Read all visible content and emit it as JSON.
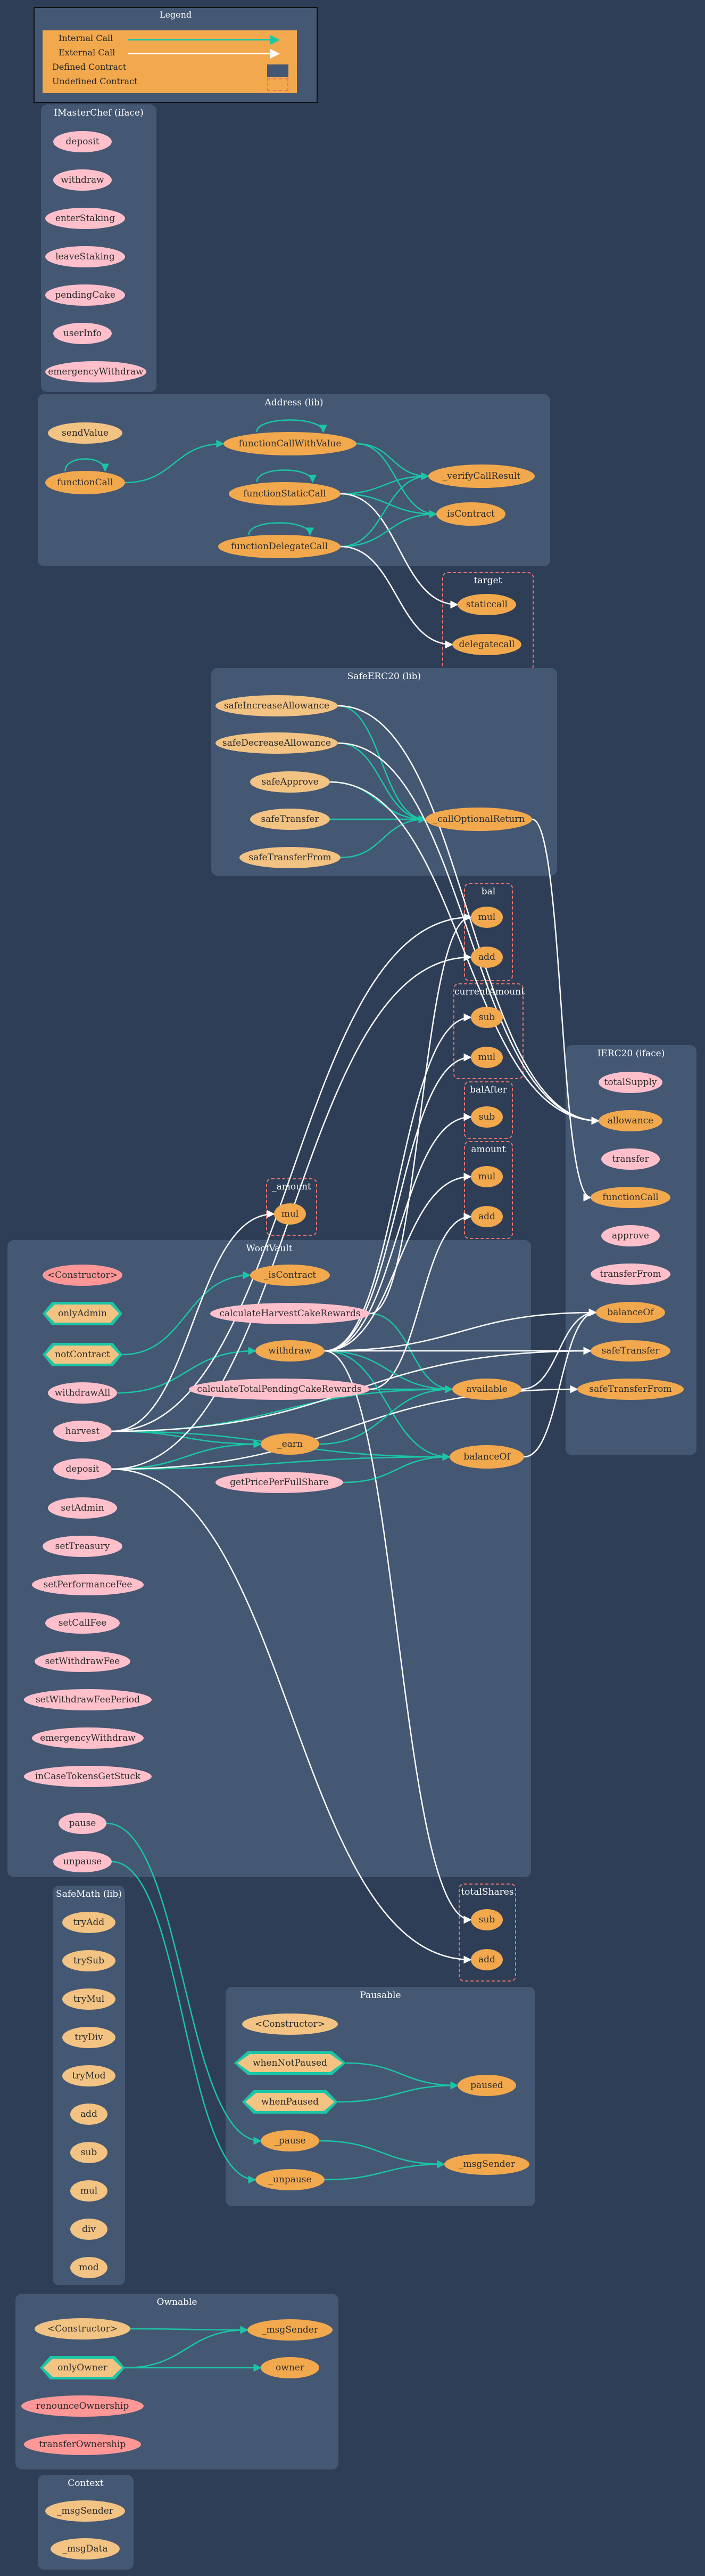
{
  "legend": {
    "title": "Legend",
    "items": [
      "Internal Call",
      "External Call",
      "Defined Contract",
      "Undefined Contract"
    ]
  },
  "clusters": {
    "imasterchef": "IMasterChef  (iface)",
    "address": "Address  (lib)",
    "target": "target",
    "safeerc20": "SafeERC20  (lib)",
    "bal": "bal",
    "currentamount": "currentAmount",
    "balafter": "balAfter",
    "amount": "amount",
    "_amount": "_amount",
    "ierc20": "IERC20  (iface)",
    "woofvault": "WoofVault",
    "totalshares": "totalShares",
    "safemath": "SafeMath  (lib)",
    "pausable": "Pausable",
    "ownable": "Ownable",
    "context": "Context"
  },
  "nodes": {
    "imc_deposit": "deposit",
    "imc_withdraw": "withdraw",
    "imc_enterStaking": "enterStaking",
    "imc_leaveStaking": "leaveStaking",
    "imc_pendingCake": "pendingCake",
    "imc_userInfo": "userInfo",
    "imc_emergencyWithdraw": "emergencyWithdraw",
    "addr_sendValue": "sendValue",
    "addr_functionCallWithValue": "functionCallWithValue",
    "addr_functionCall": "functionCall",
    "addr_verifyCallResult": "_verifyCallResult",
    "addr_functionStaticCall": "functionStaticCall",
    "addr_isContract": "isContract",
    "addr_functionDelegateCall": "functionDelegateCall",
    "tgt_staticcall": "staticcall",
    "tgt_delegatecall": "delegatecall",
    "serc_safeIncreaseAllowance": "safeIncreaseAllowance",
    "serc_safeDecreaseAllowance": "safeDecreaseAllowance",
    "serc_safeApprove": "safeApprove",
    "serc_safeTransfer": "safeTransfer",
    "serc_callOptionalReturn": "_callOptionalReturn",
    "serc_safeTransferFrom": "safeTransferFrom",
    "bal_mul": "mul",
    "bal_add": "add",
    "ca_sub": "sub",
    "ca_mul": "mul",
    "ba_sub": "sub",
    "amt_mul": "mul",
    "amt_add": "add",
    "_amt_mul": "mul",
    "ierc_totalSupply": "totalSupply",
    "ierc_allowance": "allowance",
    "ierc_transfer": "transfer",
    "ierc_functionCall": "functionCall",
    "ierc_approve": "approve",
    "ierc_transferFrom": "transferFrom",
    "ierc_balanceOf": "balanceOf",
    "ierc_safeTransfer": "safeTransfer",
    "ierc_safeTransferFrom": "safeTransferFrom",
    "wv_constructor": "<Constructor>",
    "wv_isContract": "_isContract",
    "wv_onlyAdmin": "onlyAdmin",
    "wv_calculateHarvestCakeRewards": "calculateHarvestCakeRewards",
    "wv_notContract": "notContract",
    "wv_withdraw": "withdraw",
    "wv_withdrawAll": "withdrawAll",
    "wv_calculateTotalPendingCakeRewards": "calculateTotalPendingCakeRewards",
    "wv_available": "available",
    "wv_harvest": "harvest",
    "wv_earn": "_earn",
    "wv_deposit": "deposit",
    "wv_balanceOf": "balanceOf",
    "wv_getPricePerFullShare": "getPricePerFullShare",
    "wv_setAdmin": "setAdmin",
    "wv_setTreasury": "setTreasury",
    "wv_setPerformanceFee": "setPerformanceFee",
    "wv_setCallFee": "setCallFee",
    "wv_setWithdrawFee": "setWithdrawFee",
    "wv_setWithdrawFeePeriod": "setWithdrawFeePeriod",
    "wv_emergencyWithdraw": "emergencyWithdraw",
    "wv_inCaseTokensGetStuck": "inCaseTokensGetStuck",
    "wv_pause": "pause",
    "wv_unpause": "unpause",
    "ts_sub": "sub",
    "ts_add": "add",
    "sm_tryAdd": "tryAdd",
    "sm_trySub": "trySub",
    "sm_tryMul": "tryMul",
    "sm_tryDiv": "tryDiv",
    "sm_tryMod": "tryMod",
    "sm_add": "add",
    "sm_sub": "sub",
    "sm_mul": "mul",
    "sm_div": "div",
    "sm_mod": "mod",
    "pa_constructor": "<Constructor>",
    "pa_whenNotPaused": "whenNotPaused",
    "pa_paused": "paused",
    "pa_whenPaused": "whenPaused",
    "pa_pause": "_pause",
    "pa_msgSender": "_msgSender",
    "pa_unpause": "_unpause",
    "ow_constructor": "<Constructor>",
    "ow_msgSender": "_msgSender",
    "ow_onlyOwner": "onlyOwner",
    "ow_owner": "owner",
    "ow_renounceOwnership": "renounceOwnership",
    "ow_transferOwnership": "transferOwnership",
    "cx_msgSender": "_msgSender",
    "cx_msgData": "_msgData"
  },
  "colors": {
    "background": "#2e3e56",
    "cluster": "#445773",
    "public_node": "#ffc0cb",
    "external_node": "#f2c383",
    "internal_node": "#f2a94e",
    "constructor_node": "#ff9797",
    "internal_call": "#1bc6a6",
    "external_call": "#ffffff",
    "undefined_cluster_border": "#e8726d"
  }
}
